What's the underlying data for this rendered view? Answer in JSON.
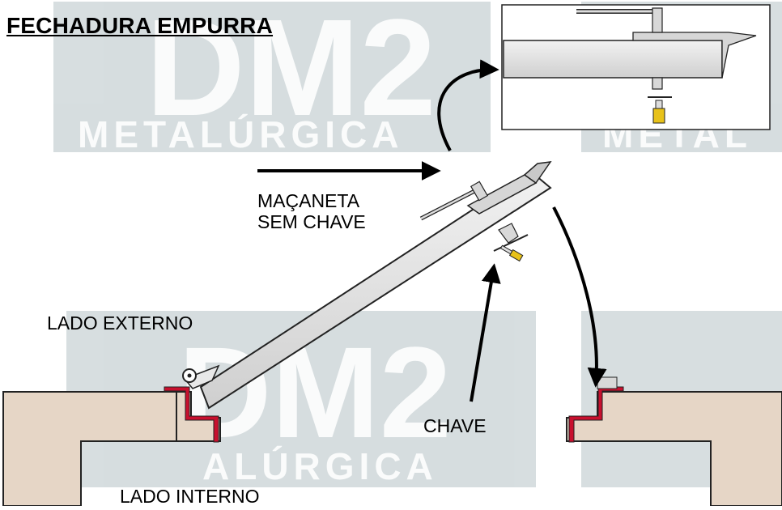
{
  "title": "FECHADURA EMPURRA",
  "watermark": {
    "logo_text": "DM2",
    "sub_text": "METALÚRGICA",
    "sub_text_partial": "ALÚRGICA",
    "sub_text_fragment": "METAL",
    "color": "#9fb0b6"
  },
  "labels": {
    "handle_no_key": [
      "MAÇANETA",
      "SEM CHAVE"
    ],
    "key": "CHAVE",
    "outer_side": "LADO EXTERNO",
    "inner_side": "LADO INTERNO"
  },
  "colors": {
    "wall": "#e8d7c8",
    "frame": "#c8102e",
    "door": "#e2e2e2",
    "key": "#e8c21a"
  },
  "icons": [
    "key-icon",
    "arrow-icon",
    "hinge-icon"
  ]
}
